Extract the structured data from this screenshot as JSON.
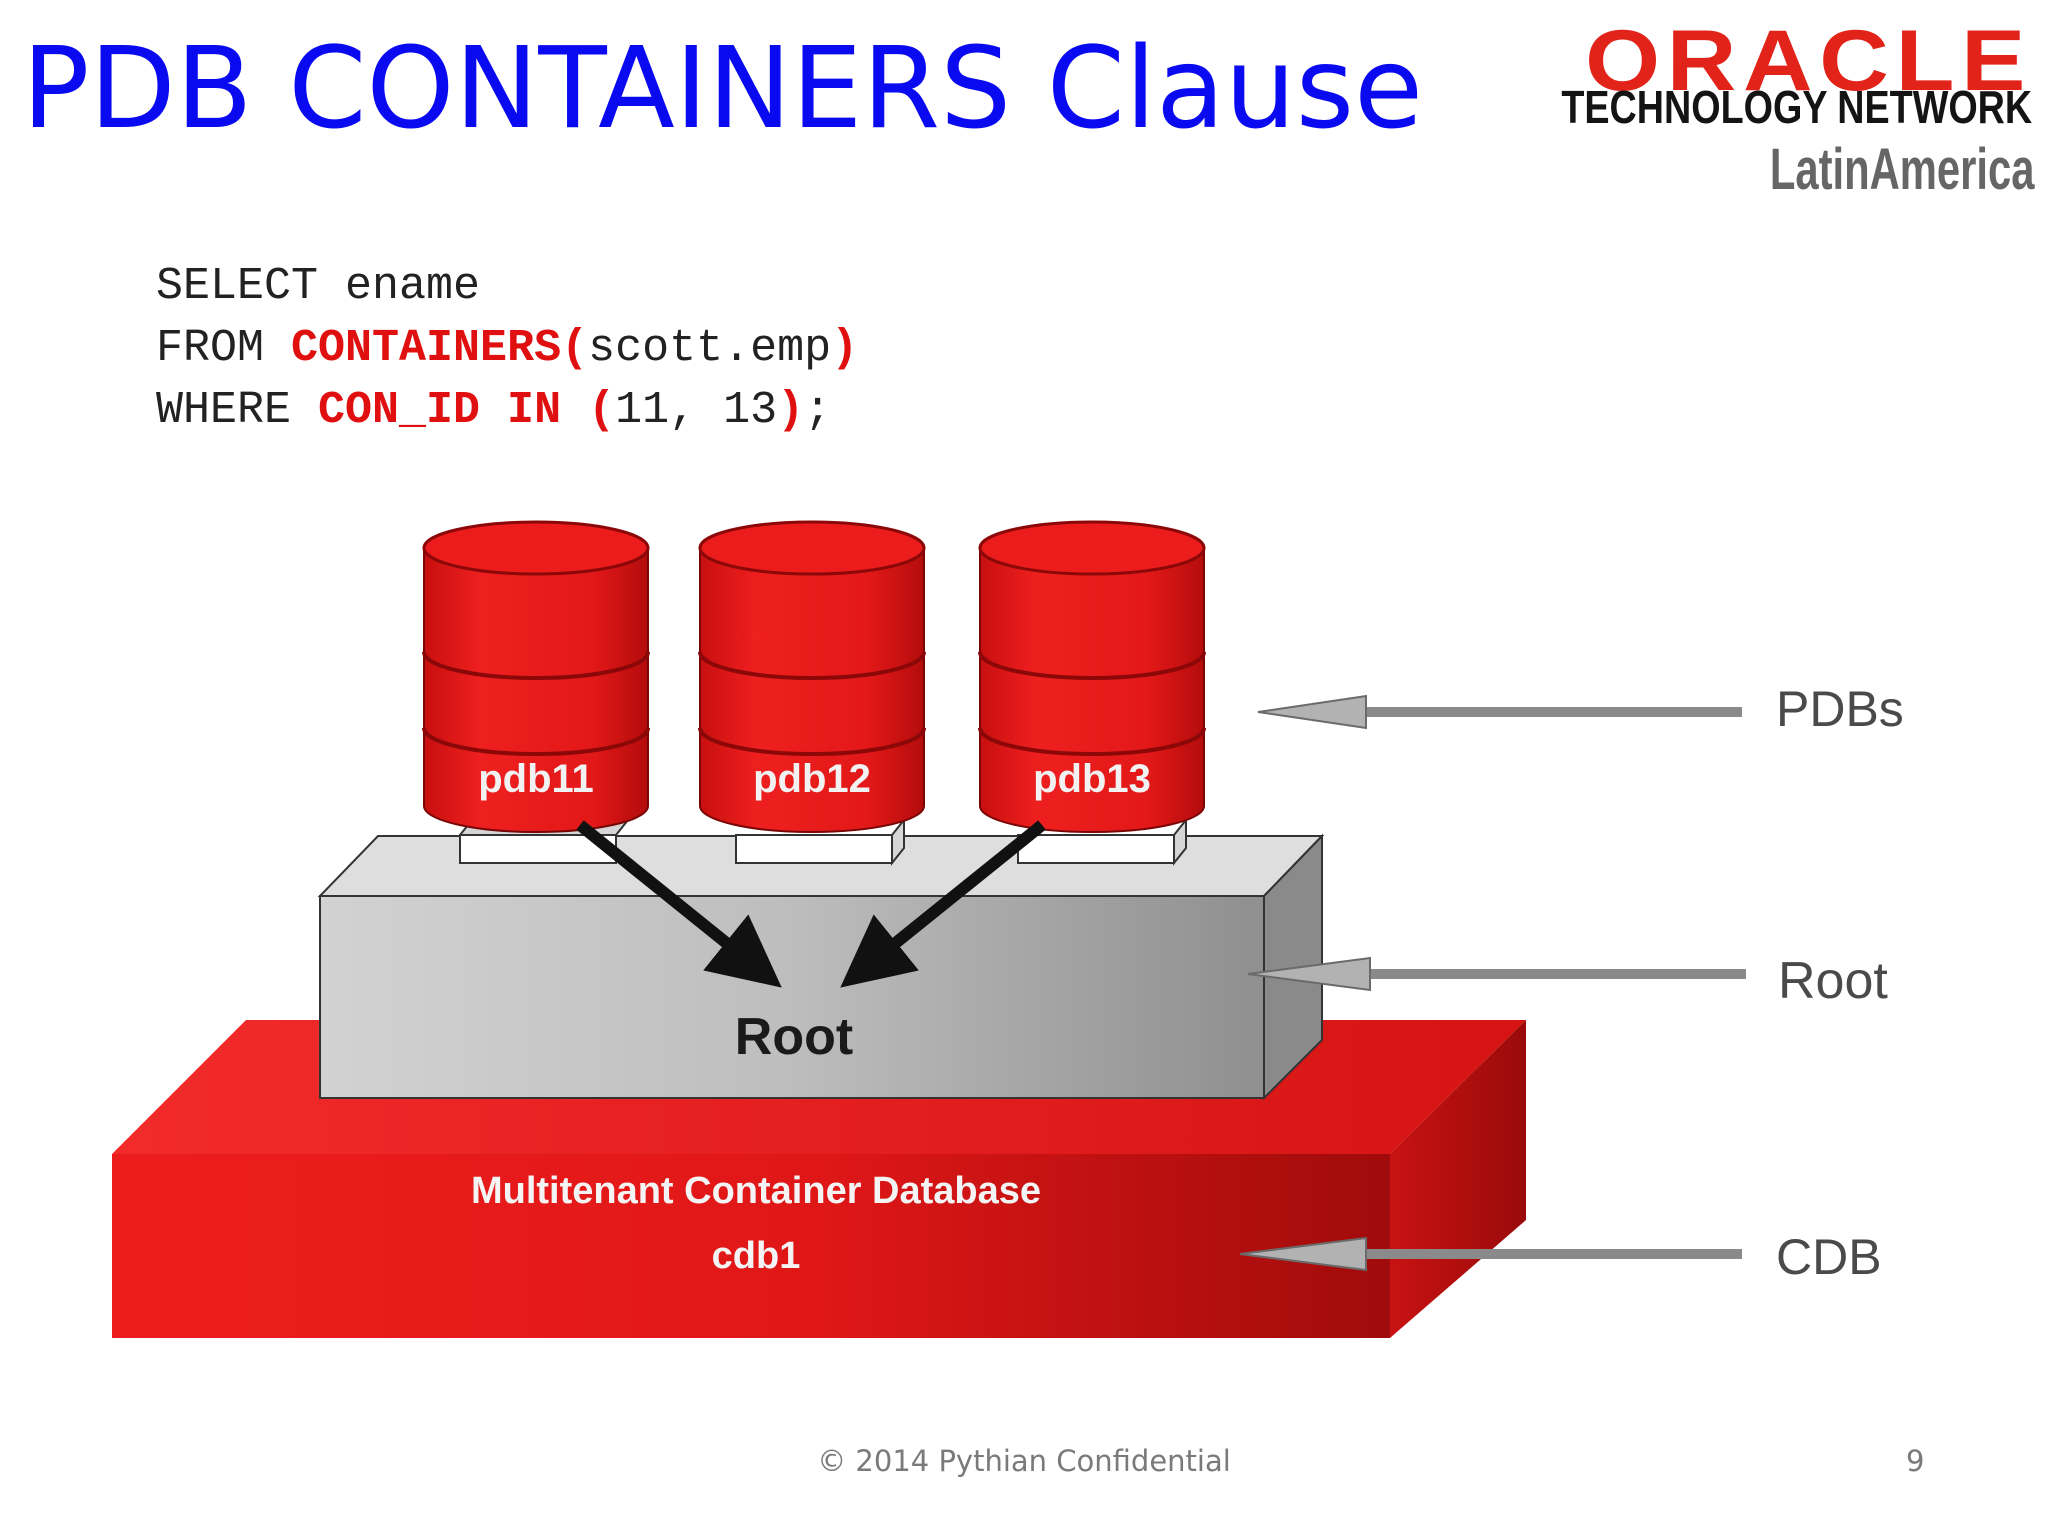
{
  "slide": {
    "title": "PDB CONTAINERS Clause",
    "footer": "© 2014 Pythian Confidential",
    "page_number": "9"
  },
  "logo": {
    "line1": "ORACLE",
    "line2": "TECHNOLOGY NETWORK",
    "line3": "LatinAmerica"
  },
  "code": {
    "line1": {
      "a": "SELECT ename"
    },
    "line2": {
      "a": "FROM ",
      "kw1": "CONTAINERS(",
      "b": "scott.emp",
      "kw2": ")"
    },
    "line3": {
      "a": "WHERE ",
      "kw1": "CON_ID IN (",
      "b": "11, 13",
      "kw2": ")",
      "c": ";"
    }
  },
  "diagram": {
    "pdbs": [
      "pdb11",
      "pdb12",
      "pdb13"
    ],
    "root_label": "Root",
    "cdb_line1": "Multitenant Container Database",
    "cdb_line2": "cdb1",
    "callouts": [
      "PDBs",
      "Root",
      "CDB"
    ],
    "colors": {
      "red": "#e01a1a",
      "dark_red": "#a80d0d",
      "gray": "#c4c4c4",
      "arrow_gray": "#888888"
    }
  }
}
